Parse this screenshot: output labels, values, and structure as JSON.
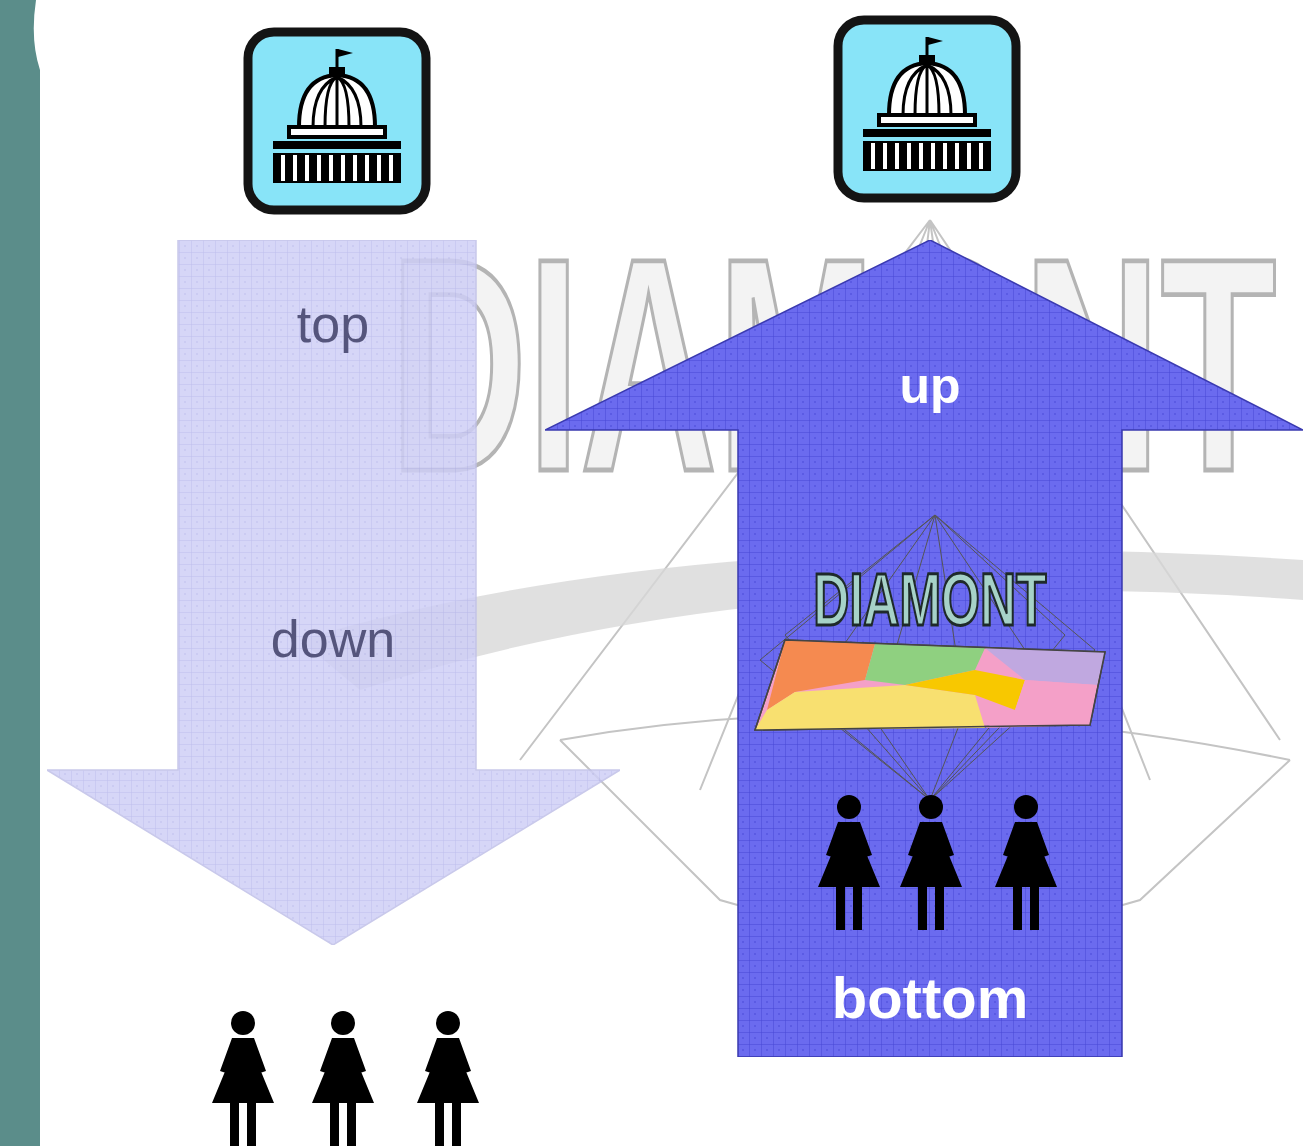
{
  "diagram": {
    "nodes": [
      {
        "text": [
          "top",
          "down"
        ]
      },
      {
        "text": [
          "up",
          "bottom"
        ]
      }
    ],
    "labels": [
      "DIAMONT",
      "DIAMONT"
    ]
  }
}
